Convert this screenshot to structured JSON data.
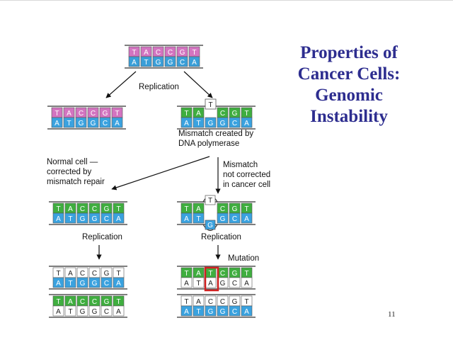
{
  "slide": {
    "title_lines": [
      "Properties of",
      "Cancer Cells:",
      "Genomic",
      "Instability"
    ],
    "page_number": "11"
  },
  "diagram": {
    "labels": {
      "replication_top": "Replication",
      "mismatch_created": [
        "Mismatch created by",
        "DNA polymerase"
      ],
      "normal_cell": [
        "Normal cell —",
        "corrected by",
        "mismatch repair"
      ],
      "mismatch_not_corrected": [
        "Mismatch",
        "not corrected",
        "in cancer cell"
      ],
      "replication_left": "Replication",
      "replication_right": "Replication",
      "mutation": "Mutation"
    },
    "top_strand_seq": [
      "T",
      "A",
      "C",
      "C",
      "G",
      "T"
    ],
    "bottom_strand_seq": [
      "A",
      "T",
      "G",
      "G",
      "C",
      "A"
    ],
    "mismatch_insert_base": "T",
    "mismatch_extruded_base": "G",
    "mutant_top_seq": [
      "T",
      "A",
      "T",
      "C",
      "G",
      "T"
    ],
    "mutant_bottom_seq": [
      "A",
      "T",
      "A",
      "G",
      "C",
      "A"
    ],
    "colors": {
      "parent_top": "#d374c0",
      "parent_bottom": "#3a9fd8",
      "new_top": "#3fae3f",
      "new_bottom": "#3aa2df",
      "outline": "#555555",
      "mutation_box": "#d02020",
      "title": "#2d2d8f"
    }
  }
}
